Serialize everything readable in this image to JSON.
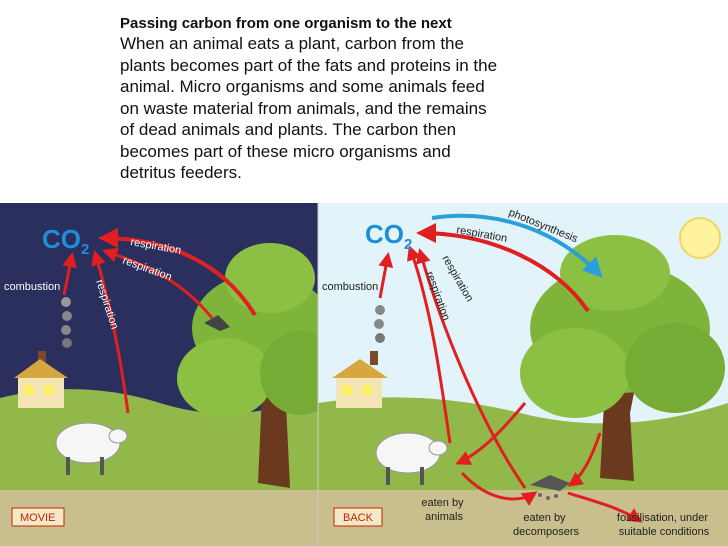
{
  "text": {
    "heading": "Passing carbon from one organism to the next",
    "body_lines": [
      "When an animal eats a plant, carbon from the",
      "plants becomes part of the fats and proteins in the",
      "animal. Micro organisms and some animals feed",
      "on waste material from animals, and the remains",
      "of dead animals and plants. The carbon then",
      "becomes part of these micro organisms and",
      "detritus feeders."
    ]
  },
  "night_panel": {
    "co2_label": "CO",
    "co2_sub": "2",
    "combustion": "combustion",
    "respiration_top": "respiration",
    "respiration_mid": "respiration",
    "respiration_diag": "respiration",
    "movie_button": "MOVIE"
  },
  "day_panel": {
    "co2_label": "CO",
    "co2_sub": "2",
    "combustion": "combustion",
    "photosynthesis": "photosynthesis",
    "respiration_top": "respiration",
    "respiration_diag_1": "respiration",
    "respiration_diag_2": "respiration",
    "eaten_by_animals": [
      "eaten by",
      "animals"
    ],
    "eaten_by_decomposers": [
      "eaten by",
      "decomposers"
    ],
    "fossilisation": [
      "fossilisation, under",
      "suitable conditions"
    ],
    "back_button": "BACK"
  },
  "colors": {
    "night_sky": "#2b2f5e",
    "day_sky": "#e3f3fa",
    "grass": "#93b84a",
    "soil": "#c8be8e",
    "arrow_red": "#e02020",
    "arrow_blue": "#2aa0d8",
    "co2_blue": "#1e8fd6",
    "tree_green": "#7fb43a",
    "sun": "#fff3a0"
  }
}
